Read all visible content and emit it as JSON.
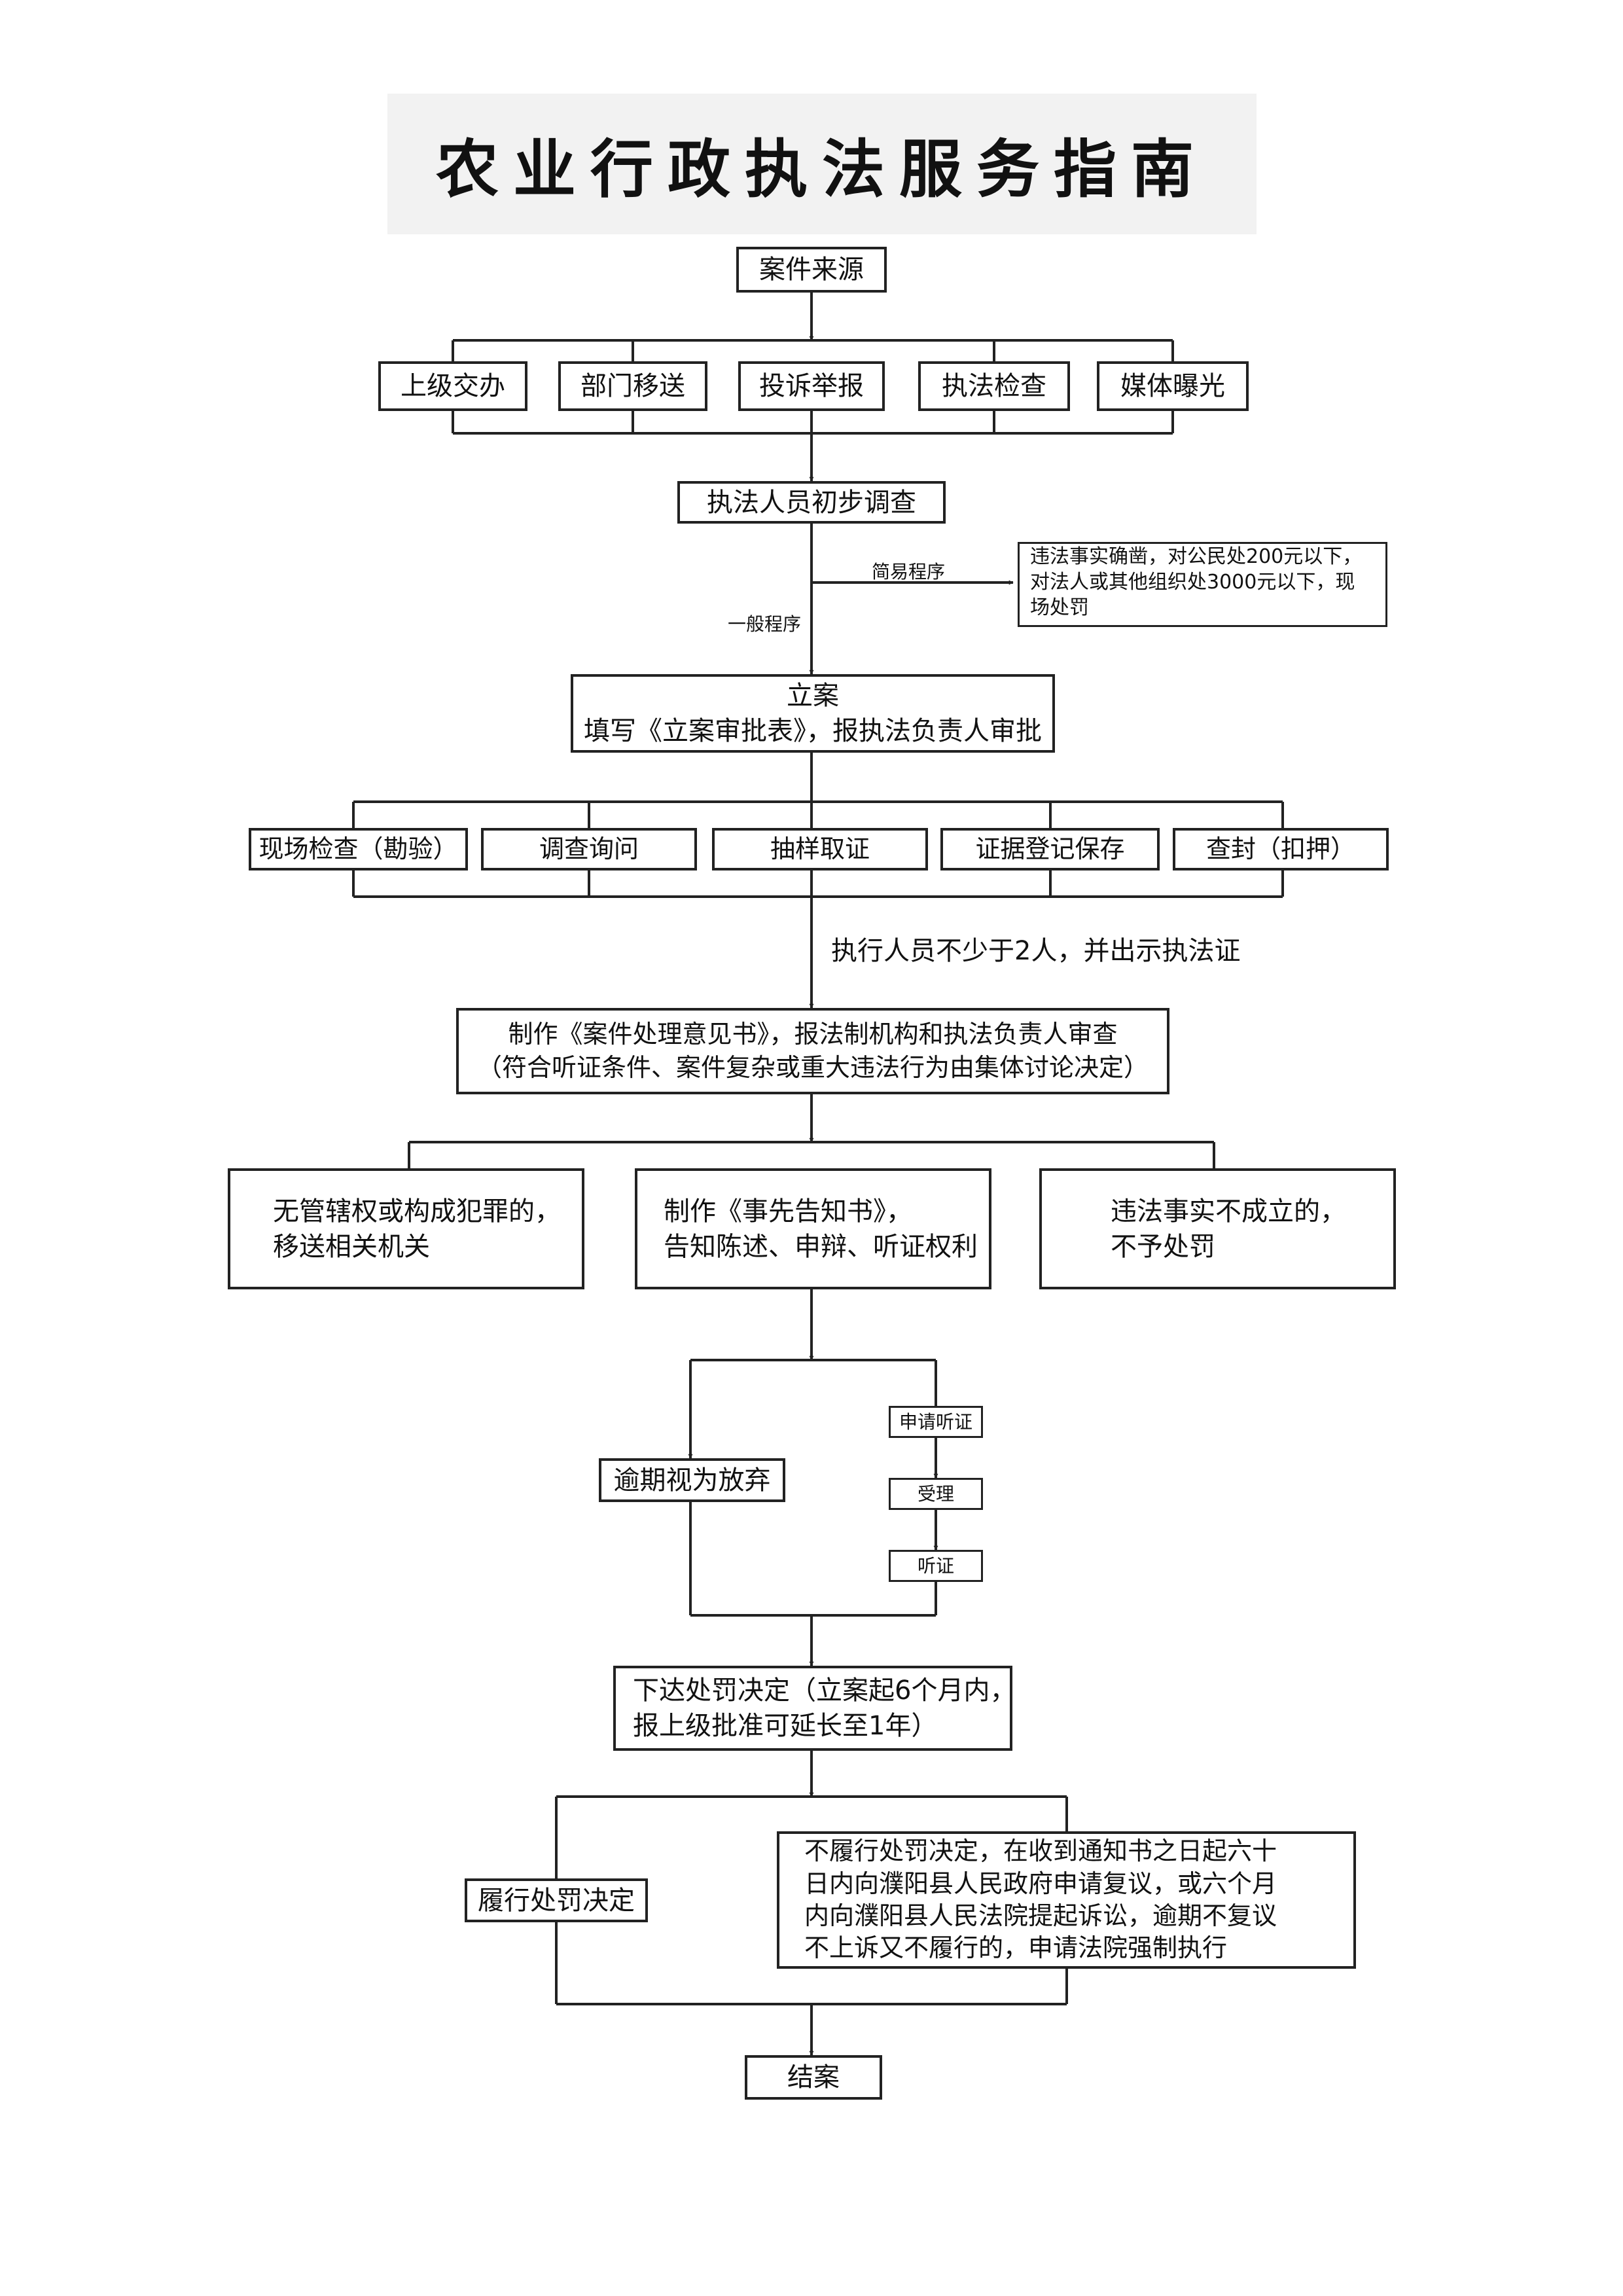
{
  "title": "农业行政执法服务指南",
  "nodes": {
    "source": "案件来源",
    "channels": [
      "上级交办",
      "部门移送",
      "投诉举报",
      "执法检查",
      "媒体曝光"
    ],
    "initial_investigation": "执法人员初步调查",
    "simple_procedure_label": "简易程序",
    "general_procedure_label": "一般程序",
    "simple_result": [
      "违法事实确凿，对公民处200元以下，",
      "对法人或其他组织处3000元以下，现",
      "场处罚"
    ],
    "filing_title": "立案",
    "filing_detail": "填写《立案审批表》，报执法负责人审批",
    "evidence_steps": [
      "现场检查（勘验）",
      "调查询问",
      "抽样取证",
      "证据登记保存",
      "查封（扣押）"
    ],
    "enforcer_note": "执行人员不少于2人，并出示执法证",
    "opinion": [
      "制作《案件处理意见书》，报法制机构和执法负责人审查",
      "（符合听证条件、案件复杂或重大违法行为由集体讨论决定）"
    ],
    "outcomes": [
      [
        "无管辖权或构成犯罪的，",
        "移送相关机关"
      ],
      [
        "制作《事先告知书》，",
        "告知陈述、申辩、听证权利"
      ],
      [
        "违法事实不成立的，",
        "不予处罚"
      ]
    ],
    "overdue_waiver": "逾期视为放弃",
    "hearing_steps": [
      "申请听证",
      "受理",
      "听证"
    ],
    "penalty_decision": [
      "下达处罚决定（立案起6个月内，",
      "报上级批准可延长至1年）"
    ],
    "fulfill": "履行处罚决定",
    "non_fulfill": [
      "不履行处罚决定，在收到通知书之日起六十",
      "日内向濮阳县人民政府申请复议，或六个月",
      "内向濮阳县人民法院提起诉讼，逾期不复议",
      "不上诉又不履行的，申请法院强制执行"
    ],
    "close": "结案"
  }
}
